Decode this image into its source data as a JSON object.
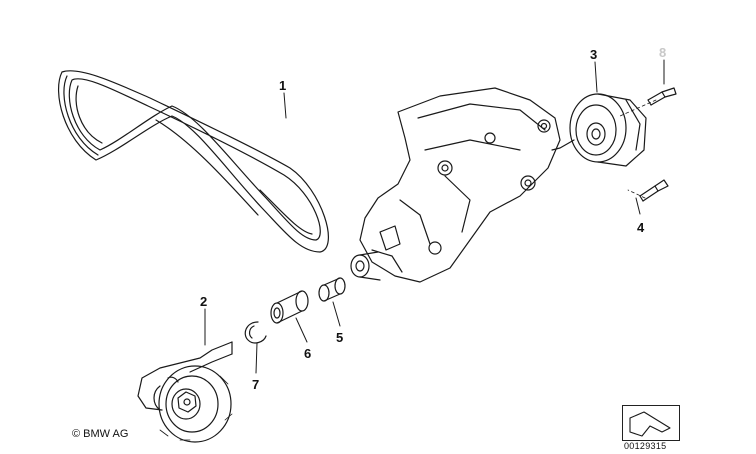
{
  "callouts": {
    "c1": "1",
    "c2": "2",
    "c3": "3",
    "c4": "4",
    "c5": "5",
    "c6": "6",
    "c7": "7",
    "c8": "8"
  },
  "footer": {
    "copyright": "© BMW AG",
    "diagram_id": "00129315"
  },
  "colors": {
    "line": "#1a1a1a",
    "faded_callout": "#c8c8c8",
    "background": "#ffffff"
  }
}
